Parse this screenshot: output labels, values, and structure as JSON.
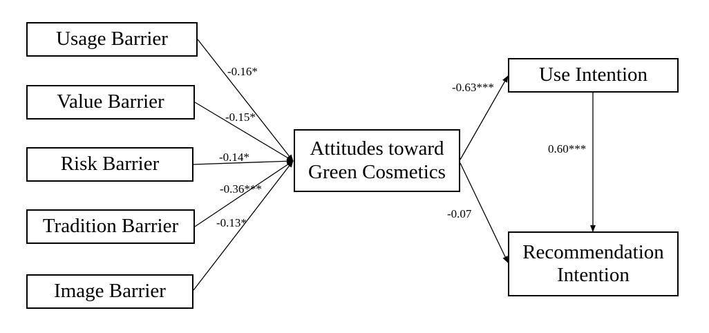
{
  "nodes": {
    "usage": {
      "label": "Usage Barrier"
    },
    "value": {
      "label": "Value Barrier"
    },
    "risk": {
      "label": "Risk Barrier"
    },
    "tradition": {
      "label": "Tradition Barrier"
    },
    "image": {
      "label": "Image Barrier"
    },
    "attitudes": {
      "line1": "Attitudes toward",
      "line2": "Green Cosmetics"
    },
    "use_intention": {
      "label": "Use Intention"
    },
    "recommendation": {
      "line1": "Recommendation",
      "line2": "Intention"
    }
  },
  "paths": [
    {
      "from": "usage",
      "to": "attitudes",
      "coefficient": "-0.16*"
    },
    {
      "from": "value",
      "to": "attitudes",
      "coefficient": "-0.15*"
    },
    {
      "from": "risk",
      "to": "attitudes",
      "coefficient": "-0.14*"
    },
    {
      "from": "tradition",
      "to": "attitudes",
      "coefficient": "-0.36***"
    },
    {
      "from": "image",
      "to": "attitudes",
      "coefficient": "-0.13*"
    },
    {
      "from": "attitudes",
      "to": "use_intention",
      "coefficient": "-0.63***"
    },
    {
      "from": "attitudes",
      "to": "recommendation",
      "coefficient": "-0.07"
    },
    {
      "from": "use_intention",
      "to": "recommendation",
      "coefficient": "0.60***"
    }
  ]
}
